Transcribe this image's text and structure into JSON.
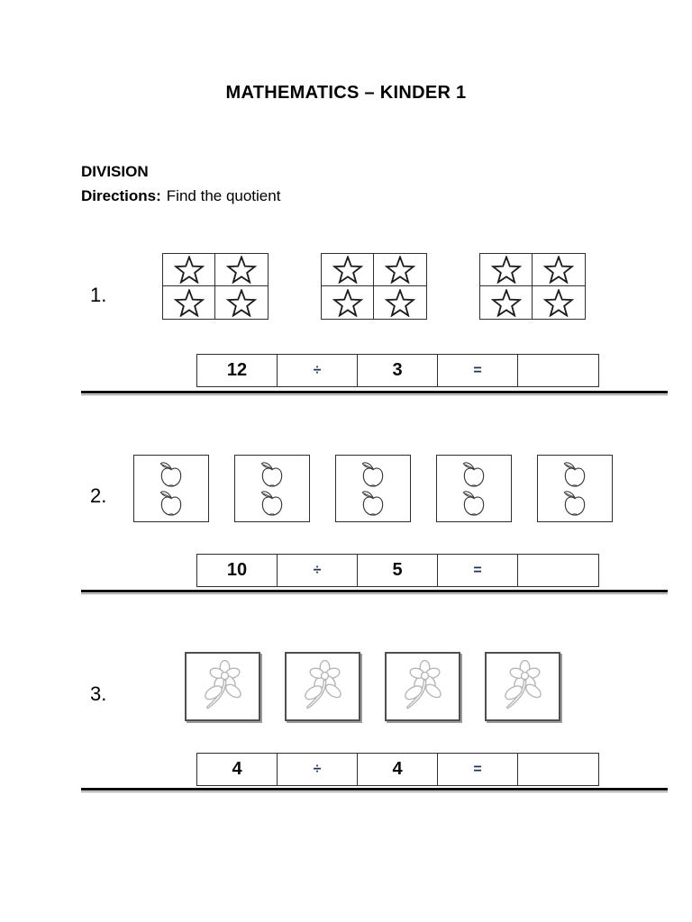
{
  "page": {
    "title": "MATHEMATICS – KINDER 1",
    "section_heading": "DIVISION",
    "directions_label": "Directions:",
    "directions_text": "Find the quotient"
  },
  "colors": {
    "operator_color": "#1f3251",
    "flower_outline": "#b6b6b6",
    "ink": "#000000"
  },
  "problems": [
    {
      "number": "1.",
      "icon": "star",
      "group_count": 3,
      "items_per_group": 4,
      "total_items": 12,
      "equation": {
        "dividend": "12",
        "operator": "÷",
        "divisor": "3",
        "equals": "=",
        "answer": ""
      }
    },
    {
      "number": "2.",
      "icon": "apple",
      "group_count": 5,
      "items_per_group": 2,
      "total_items": 10,
      "equation": {
        "dividend": "10",
        "operator": "÷",
        "divisor": "5",
        "equals": "=",
        "answer": ""
      }
    },
    {
      "number": "3.",
      "icon": "flower",
      "group_count": 4,
      "items_per_group": 1,
      "total_items": 4,
      "equation": {
        "dividend": "4",
        "operator": "÷",
        "divisor": "4",
        "equals": "=",
        "answer": ""
      }
    }
  ]
}
